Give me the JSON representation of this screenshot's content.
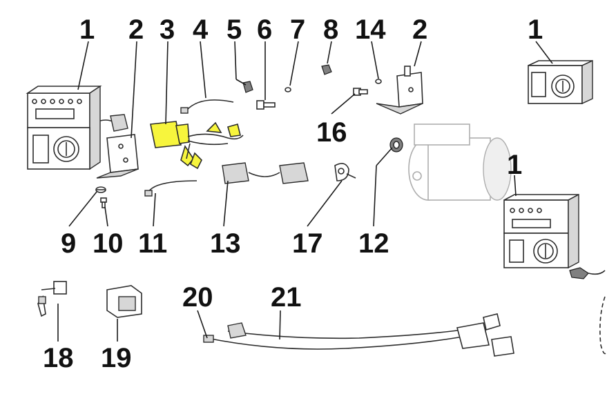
{
  "highlight_color": "#f7f53d",
  "callouts": {
    "c1a": "1",
    "c2a": "2",
    "c3": "3",
    "c4": "4",
    "c5": "5",
    "c6": "6",
    "c7": "7",
    "c8": "8",
    "c14": "14",
    "c2b": "2",
    "c1b": "1",
    "c16": "16",
    "c1c": "1",
    "c9": "9",
    "c10": "10",
    "c11": "11",
    "c13": "13",
    "c17": "17",
    "c12": "12",
    "c18": "18",
    "c19": "19",
    "c20": "20",
    "c21": "21"
  },
  "highlighted_part": "3"
}
